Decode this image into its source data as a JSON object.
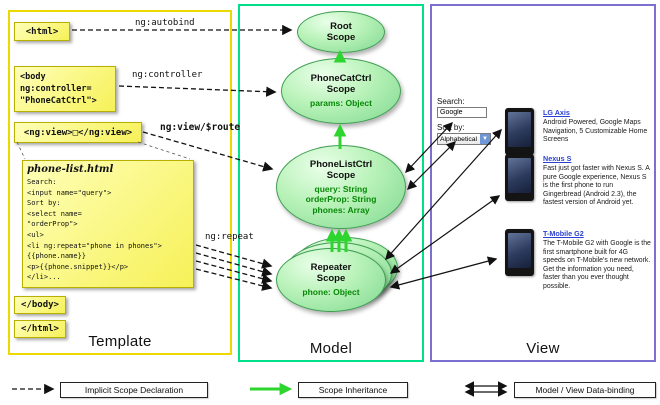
{
  "panels": {
    "template_title": "Template",
    "model_title": "Model",
    "view_title": "View"
  },
  "template": {
    "html_open": "<html>",
    "body_open": "<body\nng:controller=\n\"PhoneCatCtrl\">",
    "ng_view": "<ng:view>□</ng:view>",
    "phone_list_title": "phone-list.html",
    "phone_list_code": "Search:\n<input name=\"query\">\nSort by:\n<select name=\n\"orderProp\">\n<ul>\n<li ng:repeat=\"phone in phones\">\n{{phone.name}}\n<p>{{phone.snippet}}</p>\n</li>...",
    "body_close": "</body>",
    "html_close": "</html>"
  },
  "arrow_labels": {
    "autobind": "ng:autobind",
    "controller": "ng:controller",
    "view_route": "ng:view/$route",
    "repeat": "ng:repeat"
  },
  "model": {
    "root_scope": {
      "name": "Root\nScope"
    },
    "phonecat_scope": {
      "name": "PhoneCatCtrl\nScope",
      "props": "params: Object"
    },
    "phonelist_scope": {
      "name": "PhoneListCtrl\nScope",
      "props": "query: String\norderProp: String\nphones: Array"
    },
    "repeater_scope": {
      "name": "Repeater\nScope",
      "props": "phone: Object"
    }
  },
  "view": {
    "search_label": "Search:",
    "search_value": "Google",
    "sort_label": "Sort by:",
    "sort_value": "Alphabetical",
    "phones": [
      {
        "name": "LG Axis",
        "snippet": "Android Powered, Google Maps Navigation, 5 Customizable Home Screens"
      },
      {
        "name": "Nexus S",
        "snippet": "Fast just got faster with Nexus S. A pure Google experience, Nexus S is the first phone to run Gingerbread (Android 2.3), the fastest version of Android yet."
      },
      {
        "name": "T-Mobile G2",
        "snippet": "The T-Mobile G2 with Google is the first smartphone built for 4G speeds on T-Mobile's new network. Get the information you need, faster than you ever thought possible."
      }
    ]
  },
  "legend": {
    "implicit": "Implicit Scope Declaration",
    "inheritance": "Scope Inheritance",
    "databinding": "Model / View Data-binding"
  },
  "colors": {
    "template_border": "#ecd900",
    "model_border": "#00e08a",
    "view_border": "#7b6fd0",
    "scope_prop_green": "#068806",
    "inheritance_green": "#2ed52e",
    "link_blue": "#2b3fd0",
    "note_yellow": "#f6f158"
  }
}
